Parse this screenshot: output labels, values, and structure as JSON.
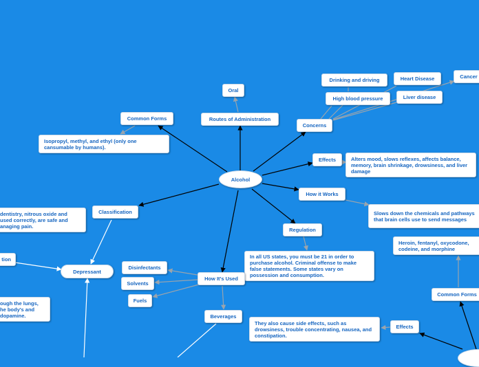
{
  "nodes": {
    "alcohol": "Alcohol",
    "oral": "Oral",
    "routes": "Routes of Administration",
    "common_forms": "Common Forms",
    "common_forms_text": "Isopropyl, methyl, and ethyl (only one cansumable by humans).",
    "concerns": "Concerns",
    "drinking_driving": "Drinking and driving",
    "high_bp": "High blood pressure",
    "heart_disease": "Heart Disease",
    "liver_disease": "Liver disease",
    "cancer": "Cancer",
    "effects": "Effects",
    "effects_text": "Alters mood, slows reflexes, affects balance, memory, brain shrinkage, drowsiness, and liver damage",
    "how_it_works": "How it Works",
    "how_it_works_text": "Slows down the chemicals and pathways that brain cells use to send messages",
    "classification": "Classification",
    "classification_text": "dentistry, nitrous oxide and used correctly, are safe and anaging pain.",
    "regulation": "Regulation",
    "regulation_text": "In all US states, you must be 21 in order to purchase alcohol. Criminal offense to make false statements. Some states vary on possession and consumption.",
    "depressant": "Depressant",
    "left_tion": "tion",
    "left_lungs": "ough the lungs, he body's and dopamine.",
    "how_its_used": "How It's Used",
    "disinfectants": "Disinfectants",
    "solvents": "Solvents",
    "fuels": "Fuels",
    "beverages": "Beverages",
    "heroin_text": "Heroin, fentanyl, oxycodone, codeine, and morphine",
    "common_forms2": "Common Forms",
    "effects2": "Effects",
    "effects2_text": "They also cause side effects, such as drowsiness, trouble concentrating, nausea, and constipation."
  }
}
